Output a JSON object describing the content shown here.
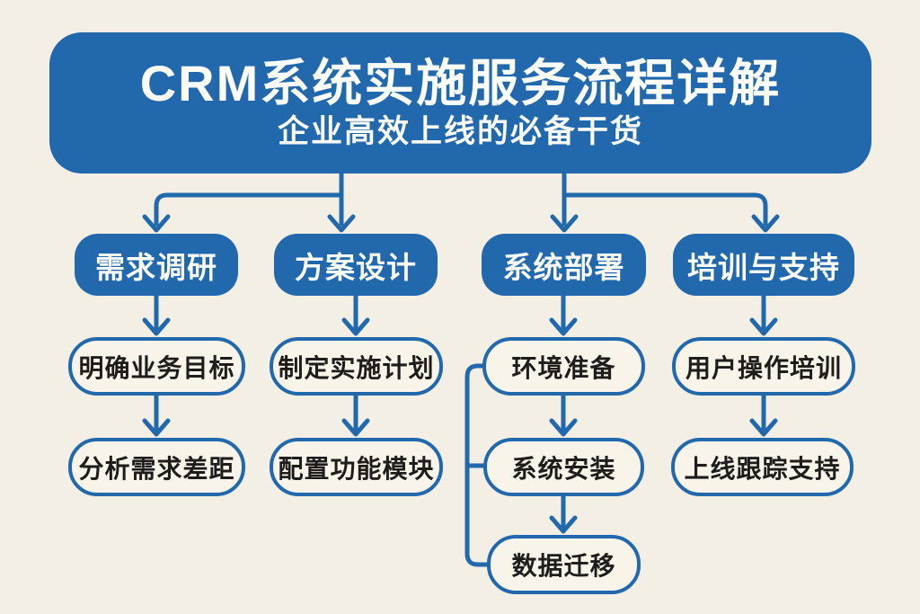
{
  "header": {
    "title": "CRM系统实施服务流程详解",
    "subtitle": "企业高效上线的必备干货"
  },
  "columns": [
    {
      "stage": "需求调研",
      "steps": [
        "明确业务目标",
        "分析需求差距"
      ]
    },
    {
      "stage": "方案设计",
      "steps": [
        "制定实施计划",
        "配置功能模块"
      ]
    },
    {
      "stage": "系统部署",
      "steps": [
        "环境准备",
        "系统安装",
        "数据迁移"
      ]
    },
    {
      "stage": "培训与支持",
      "steps": [
        "用户操作培训",
        "上线跟踪支持"
      ]
    }
  ],
  "palette": {
    "blue": "#2268ac",
    "background": "#f4efe5",
    "node_fill": "#f8f4ea",
    "text_dark": "#1e1d1b",
    "text_light": "#fdfdfa"
  }
}
